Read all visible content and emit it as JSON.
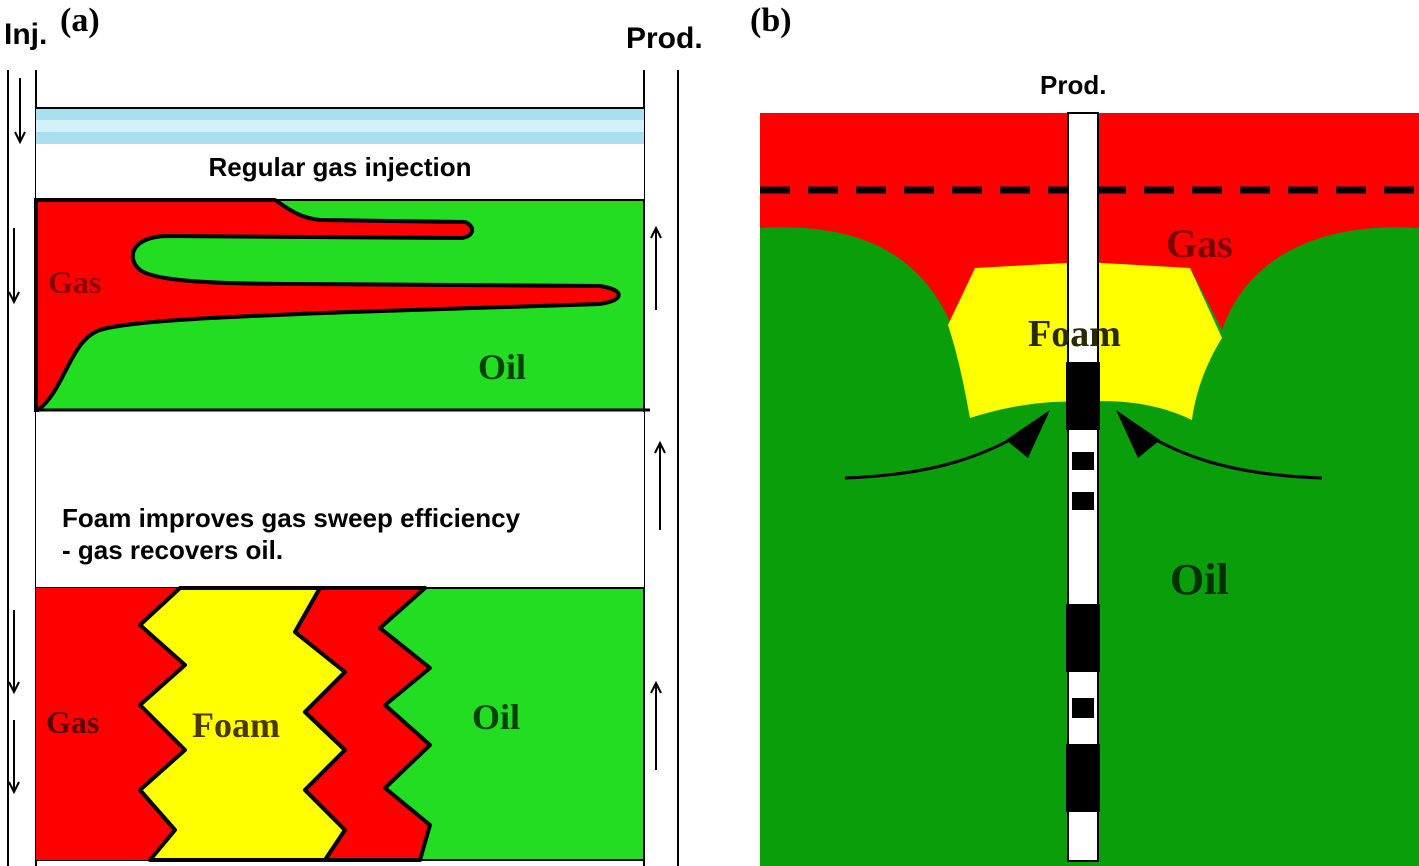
{
  "panel_a": {
    "label": "(a)",
    "injector_label": "Inj.",
    "producer_label": "Prod.",
    "section1_caption": "Regular gas injection",
    "section1_gas": "Gas",
    "section1_oil": "Oil",
    "section2_caption_line1": "Foam improves gas sweep efficiency",
    "section2_caption_line2": "- gas recovers oil.",
    "section2_gas": "Gas",
    "section2_foam": "Foam",
    "section2_oil": "Oil"
  },
  "panel_b": {
    "label": "(b)",
    "producer_label": "Prod.",
    "gas": "Gas",
    "foam": "Foam",
    "oil": "Oil"
  },
  "colors": {
    "gas_red": "#ff0000",
    "oil_light_green": "#22dd22",
    "oil_dark_green": "#0a9e0a",
    "foam_yellow": "#ffff00",
    "water_blue": "#a8e0f0"
  }
}
